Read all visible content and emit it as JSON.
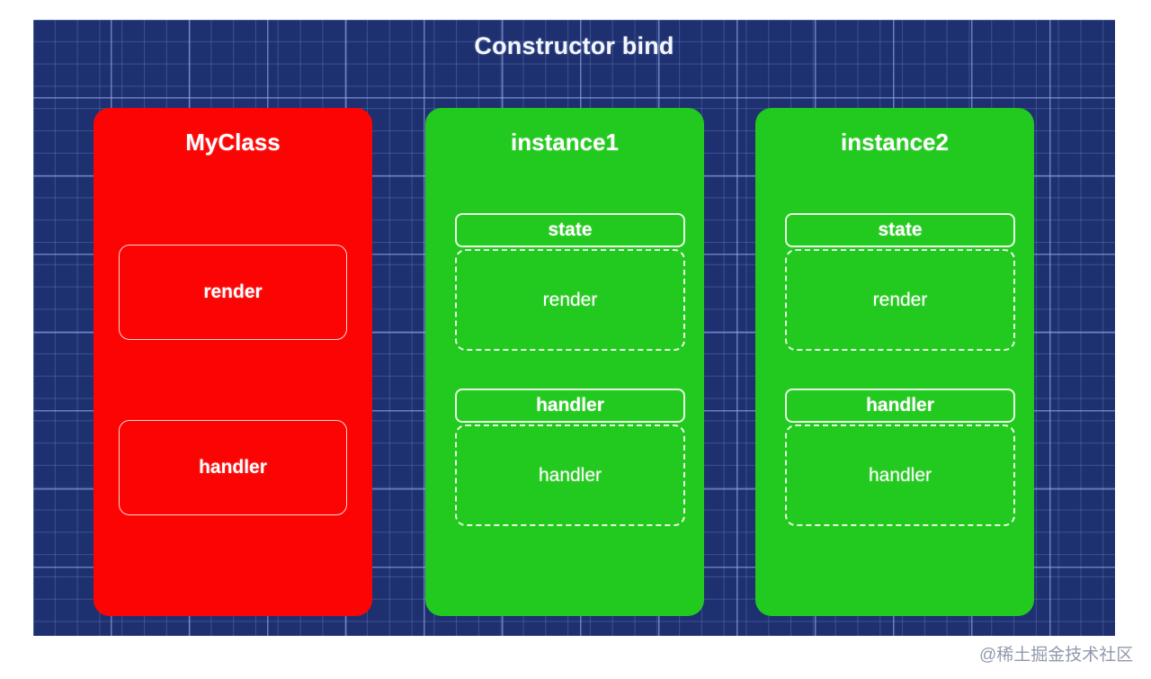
{
  "diagram": {
    "title": "Constructor bind",
    "background_color": "#1e3070",
    "grid_line_color": "#7894d4",
    "cards": [
      {
        "id": "myclass",
        "title": "MyClass",
        "color": "#fc0404",
        "members": [
          {
            "label": "render",
            "style": "solid"
          },
          {
            "label": "handler",
            "style": "solid"
          }
        ]
      },
      {
        "id": "instance1",
        "title": "instance1",
        "color": "#22c91e",
        "members": [
          {
            "label": "state",
            "style": "solid-slim"
          },
          {
            "label": "render",
            "style": "dashed"
          },
          {
            "label": "handler",
            "style": "solid-slim"
          },
          {
            "label": "handler",
            "style": "dashed"
          }
        ]
      },
      {
        "id": "instance2",
        "title": "instance2",
        "color": "#22c91e",
        "members": [
          {
            "label": "state",
            "style": "solid-slim"
          },
          {
            "label": "render",
            "style": "dashed"
          },
          {
            "label": "handler",
            "style": "solid-slim"
          },
          {
            "label": "handler",
            "style": "dashed"
          }
        ]
      }
    ]
  },
  "watermark": {
    "text": "@稀土掘金技术社区"
  }
}
